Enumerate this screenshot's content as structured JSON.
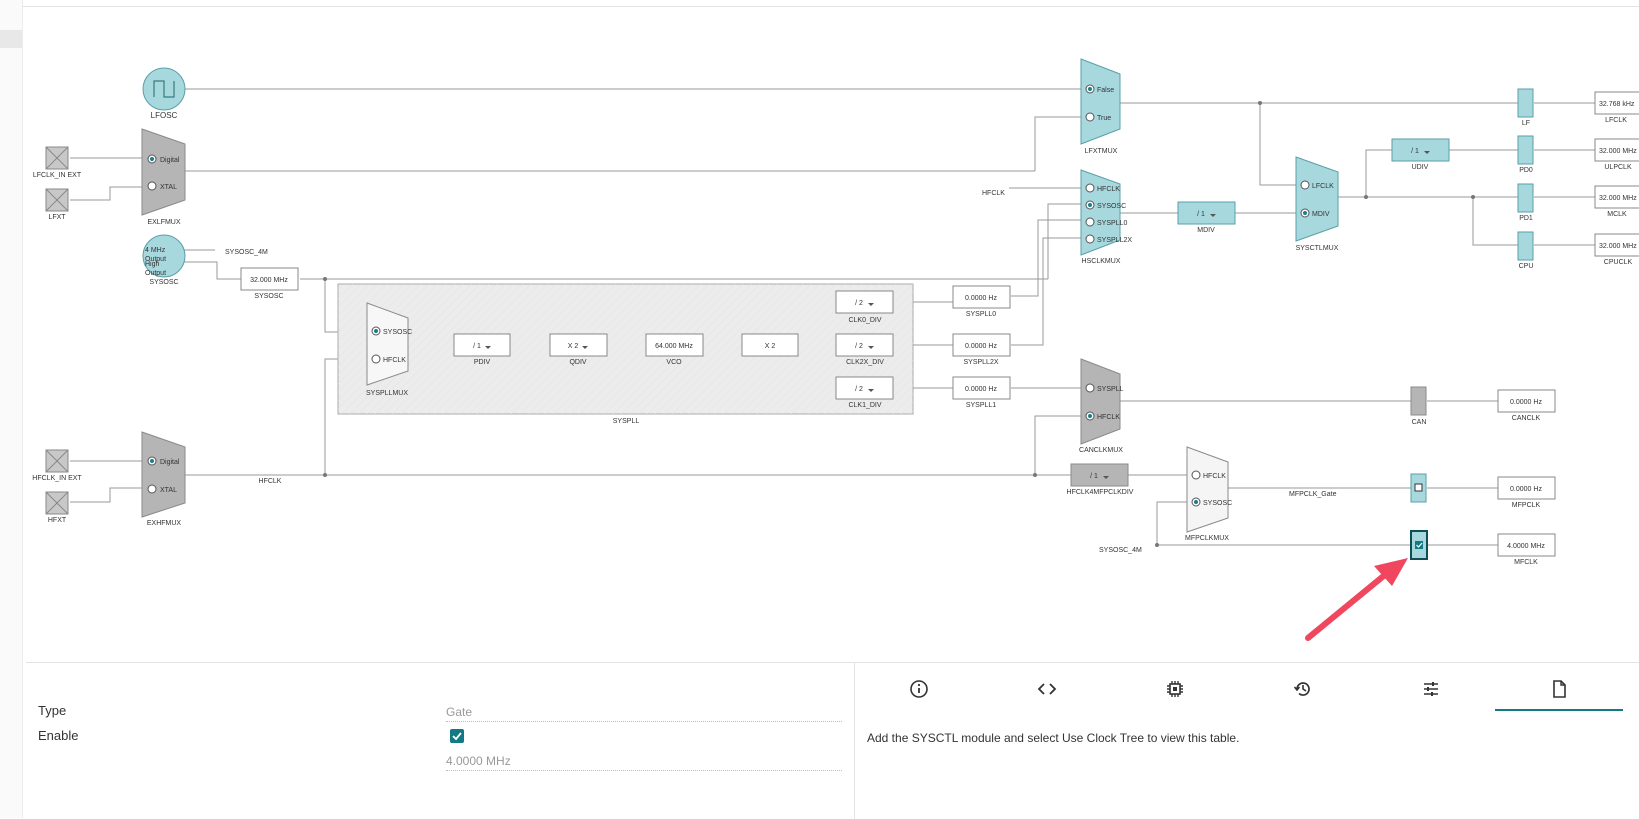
{
  "diagram": {
    "sources": {
      "lfosc": "LFOSC",
      "lfclk_in_ext": "LFCLK_IN EXT",
      "lfxt": "LFXT",
      "sysosc": "SYSOSC",
      "sysosc_text1": "4 MHz",
      "sysosc_text2": "Output",
      "sysosc_text3": "High",
      "sysosc_text4": "Output",
      "sysosc_4m": "SYSOSC_4M",
      "hfclk_in_ext": "HFCLK_IN EXT",
      "hfxt": "HFXT"
    },
    "muxes": {
      "exlfmux": {
        "name": "EXLFMUX",
        "opt1": "Digital",
        "opt2": "XTAL"
      },
      "exhfmux": {
        "name": "EXHFMUX",
        "opt1": "Digital",
        "opt2": "XTAL"
      },
      "lfxtmux": {
        "name": "LFXTMUX",
        "opt1": "False",
        "opt2": "True"
      },
      "hsclkmux": {
        "name": "HSCLKMUX",
        "opt1": "HFCLK",
        "opt2": "SYSOSC",
        "opt3": "SYSPLL0",
        "opt4": "SYSPLL2X"
      },
      "sysctlmux": {
        "name": "SYSCTLMUX",
        "opt1": "LFCLK",
        "opt2": "MDIV"
      },
      "syspllmux": {
        "name": "SYSPLLMUX",
        "opt1": "SYSOSC",
        "opt2": "HFCLK"
      },
      "canclkmux": {
        "name": "CANCLKMUX",
        "opt1": "SYSPLL",
        "opt2": "HFCLK"
      },
      "mfpclkmux": {
        "name": "MFPCLKMUX",
        "opt1": "HFCLK",
        "opt2": "SYSOSC"
      }
    },
    "blocks": {
      "sysosc_freq": "32.000 MHz",
      "sysosc_freq_label": "SYSOSC",
      "pdiv": {
        "value": "/ 1",
        "label": "PDIV"
      },
      "qdiv": {
        "value": "X 2",
        "label": "QDIV"
      },
      "vco": {
        "value": "64.000 MHz",
        "label": "VCO"
      },
      "x2": "X 2",
      "clk0_div": {
        "value": "/ 2",
        "label": "CLK0_DIV"
      },
      "clk2x_div": {
        "value": "/ 2",
        "label": "CLK2X_DIV"
      },
      "clk1_div": {
        "value": "/ 2",
        "label": "CLK1_DIV"
      },
      "syspll_label": "SYSPLL",
      "syspll0": {
        "value": "0.0000 Hz",
        "label": "SYSPLL0"
      },
      "syspll2x": {
        "value": "0.0000 Hz",
        "label": "SYSPLL2X"
      },
      "syspll1": {
        "value": "0.0000 Hz",
        "label": "SYSPLL1"
      },
      "mdiv": {
        "value": "/ 1",
        "label": "MDIV"
      },
      "udiv": {
        "value": "/ 1",
        "label": "UDIV"
      },
      "hfclk4mfpclkdiv": {
        "value": "/ 1",
        "label": "HFCLK4MFPCLKDIV"
      },
      "hfclk_wire": "HFCLK",
      "hfclk_in_label": "HFCLK",
      "sysosc_4m_wire": "SYSOSC_4M",
      "mfpclk_gate_label": "MFPCLK_Gate"
    },
    "gates": {
      "lf": "LF",
      "pd0": "PD0",
      "pd1": "PD1",
      "cpu": "CPU",
      "can": "CAN"
    },
    "outputs": {
      "lfclk": {
        "value": "32.768 kHz",
        "label": "LFCLK"
      },
      "ulpclk": {
        "value": "32.000 MHz",
        "label": "ULPCLK"
      },
      "mclk": {
        "value": "32.000 MHz",
        "label": "MCLK"
      },
      "cpuclk": {
        "value": "32.000 MHz",
        "label": "CPUCLK"
      },
      "canclk": {
        "value": "0.0000 Hz",
        "label": "CANCLK"
      },
      "mfpclk": {
        "value": "0.0000 Hz",
        "label": "MFPCLK"
      },
      "mfclk": {
        "value": "4.0000 MHz",
        "label": "MFCLK"
      }
    },
    "colors": {
      "accent": "#a7d8de",
      "accent_border": "#5a9fa8",
      "grey_mux": "#b5b5b5",
      "arrow": "#f0475f",
      "teal": "#117a82"
    }
  },
  "properties": {
    "type_label": "Type",
    "type_value": "Gate",
    "enable_label": "Enable",
    "enable_checked": true,
    "freq_value": "4.0000 MHz"
  },
  "details": {
    "tabs": [
      {
        "icon": "info-icon"
      },
      {
        "icon": "code-icon"
      },
      {
        "icon": "chip-icon"
      },
      {
        "icon": "history-icon"
      },
      {
        "icon": "settings-sliders-icon"
      },
      {
        "icon": "file-icon"
      }
    ],
    "active_tab": 5,
    "message": "Add the SYSCTL module and select Use Clock Tree to view this table."
  }
}
